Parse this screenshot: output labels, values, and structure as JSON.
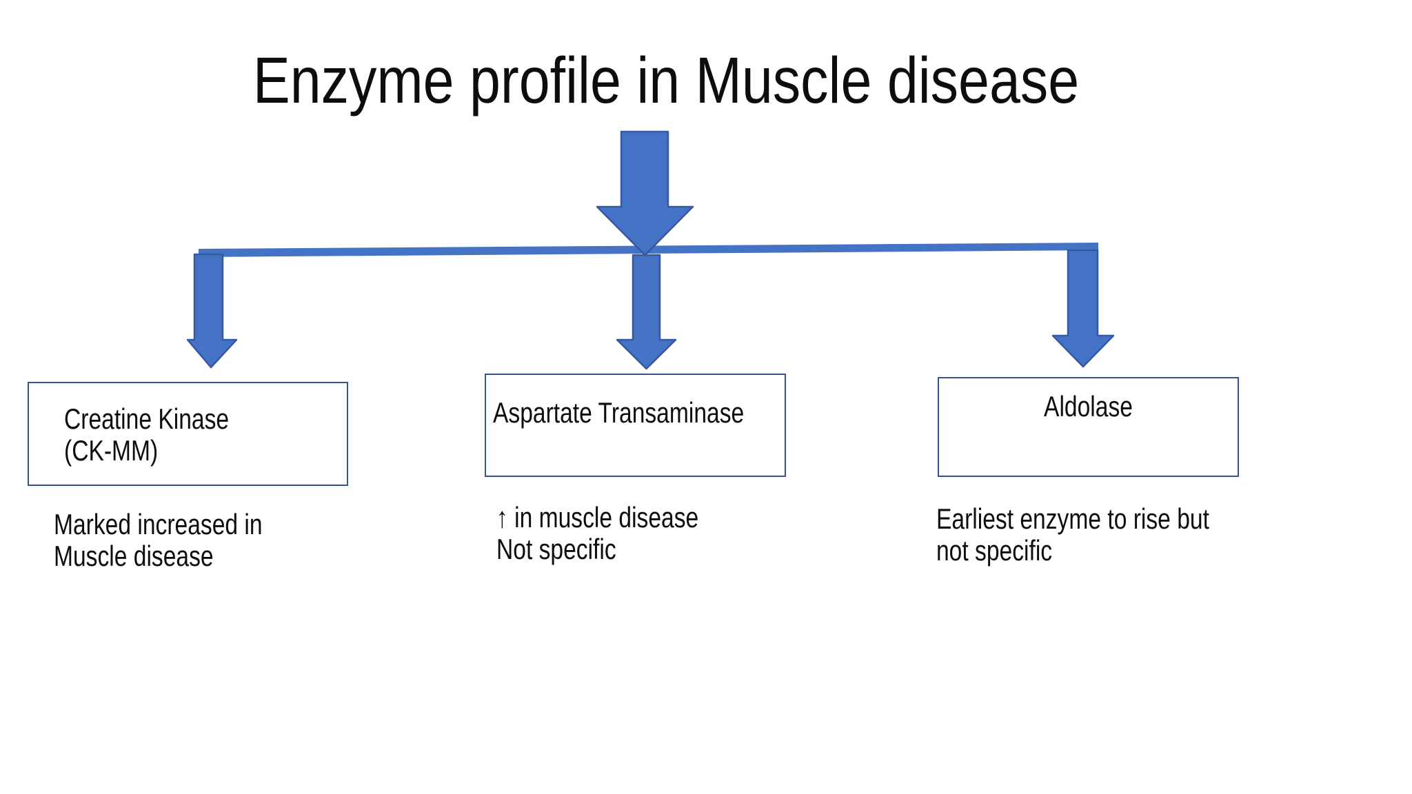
{
  "title": "Enzyme profile in Muscle disease",
  "colors": {
    "background": "#ffffff",
    "text": "#0d0d0d",
    "arrow_fill": "#4472C4",
    "arrow_stroke": "#35599F",
    "connector": "#4472C4",
    "box_border": "#35548A"
  },
  "icons": {
    "root_arrow": "down-arrow",
    "branch_arrow": "down-arrow",
    "note_up_symbol": "↑"
  },
  "branches": [
    {
      "id": "creatine-kinase",
      "box_lines": [
        "Creatine Kinase",
        "(CK-MM)"
      ],
      "note_lines": [
        "Marked increased in",
        "Muscle disease"
      ]
    },
    {
      "id": "aspartate-transaminase",
      "box_lines": [
        "Aspartate Transaminase"
      ],
      "note_lines": [
        "↑ in muscle disease",
        "Not specific"
      ]
    },
    {
      "id": "aldolase",
      "box_lines": [
        "Aldolase"
      ],
      "note_lines": [
        "Earliest enzyme to rise but",
        "not specific"
      ]
    }
  ]
}
